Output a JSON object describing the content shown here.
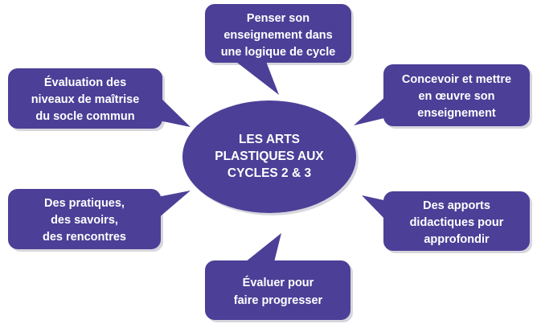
{
  "center": {
    "lines": [
      "LES ARTS",
      "PLASTIQUES AUX",
      "CYCLES 2 & 3"
    ]
  },
  "callouts": [
    {
      "id": "top",
      "lines": [
        "Penser son",
        "enseignement dans",
        "une logique de cycle"
      ]
    },
    {
      "id": "top-left",
      "lines": [
        "Évaluation des",
        "niveaux de maîtrise",
        "du socle commun"
      ]
    },
    {
      "id": "top-right",
      "lines": [
        "Concevoir et mettre",
        "en œuvre son",
        "enseignement"
      ]
    },
    {
      "id": "bottom-left",
      "lines": [
        "Des pratiques,",
        "des savoirs,",
        "des rencontres"
      ]
    },
    {
      "id": "bottom-right",
      "lines": [
        "Des apports",
        "didactiques pour",
        "approfondir"
      ]
    },
    {
      "id": "bottom",
      "lines": [
        "Évaluer pour",
        "faire progresser"
      ]
    }
  ],
  "colors": {
    "shape": "#4b3f97",
    "text": "#ffffff"
  }
}
